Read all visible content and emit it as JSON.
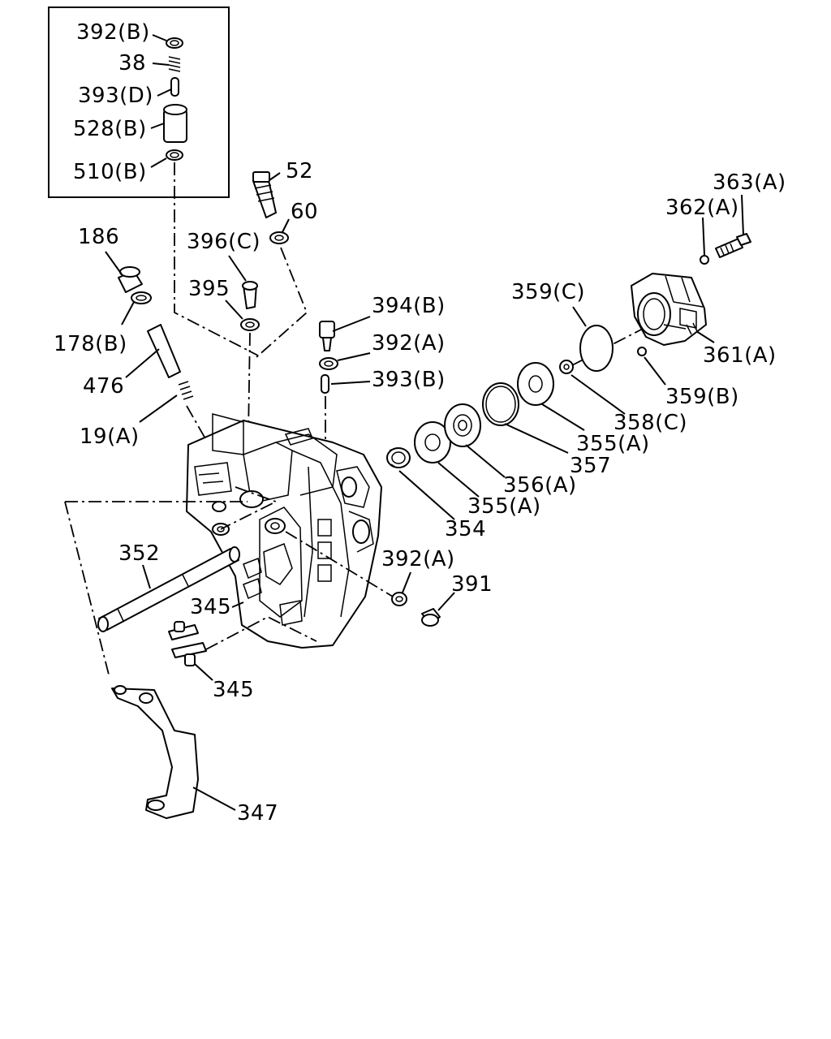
{
  "labels": {
    "p392b": "392(B)",
    "p38": "38",
    "p393d": "393(D)",
    "p528b": "528(B)",
    "p510b": "510(B)",
    "p52": "52",
    "p60": "60",
    "p396c": "396(C)",
    "p395": "395",
    "p186": "186",
    "p178b": "178(B)",
    "p476": "476",
    "p19a": "19(A)",
    "p394b": "394(B)",
    "p392a_top": "392(A)",
    "p393b": "393(B)",
    "p363a": "363(A)",
    "p362a": "362(A)",
    "p359c": "359(C)",
    "p361a": "361(A)",
    "p359b": "359(B)",
    "p358c": "358(C)",
    "p355a_1": "355(A)",
    "p357": "357",
    "p356a": "356(A)",
    "p355a_2": "355(A)",
    "p354": "354",
    "p352": "352",
    "p345_1": "345",
    "p345_2": "345",
    "p392a_bottom": "392(A)",
    "p391": "391",
    "p347": "347"
  }
}
